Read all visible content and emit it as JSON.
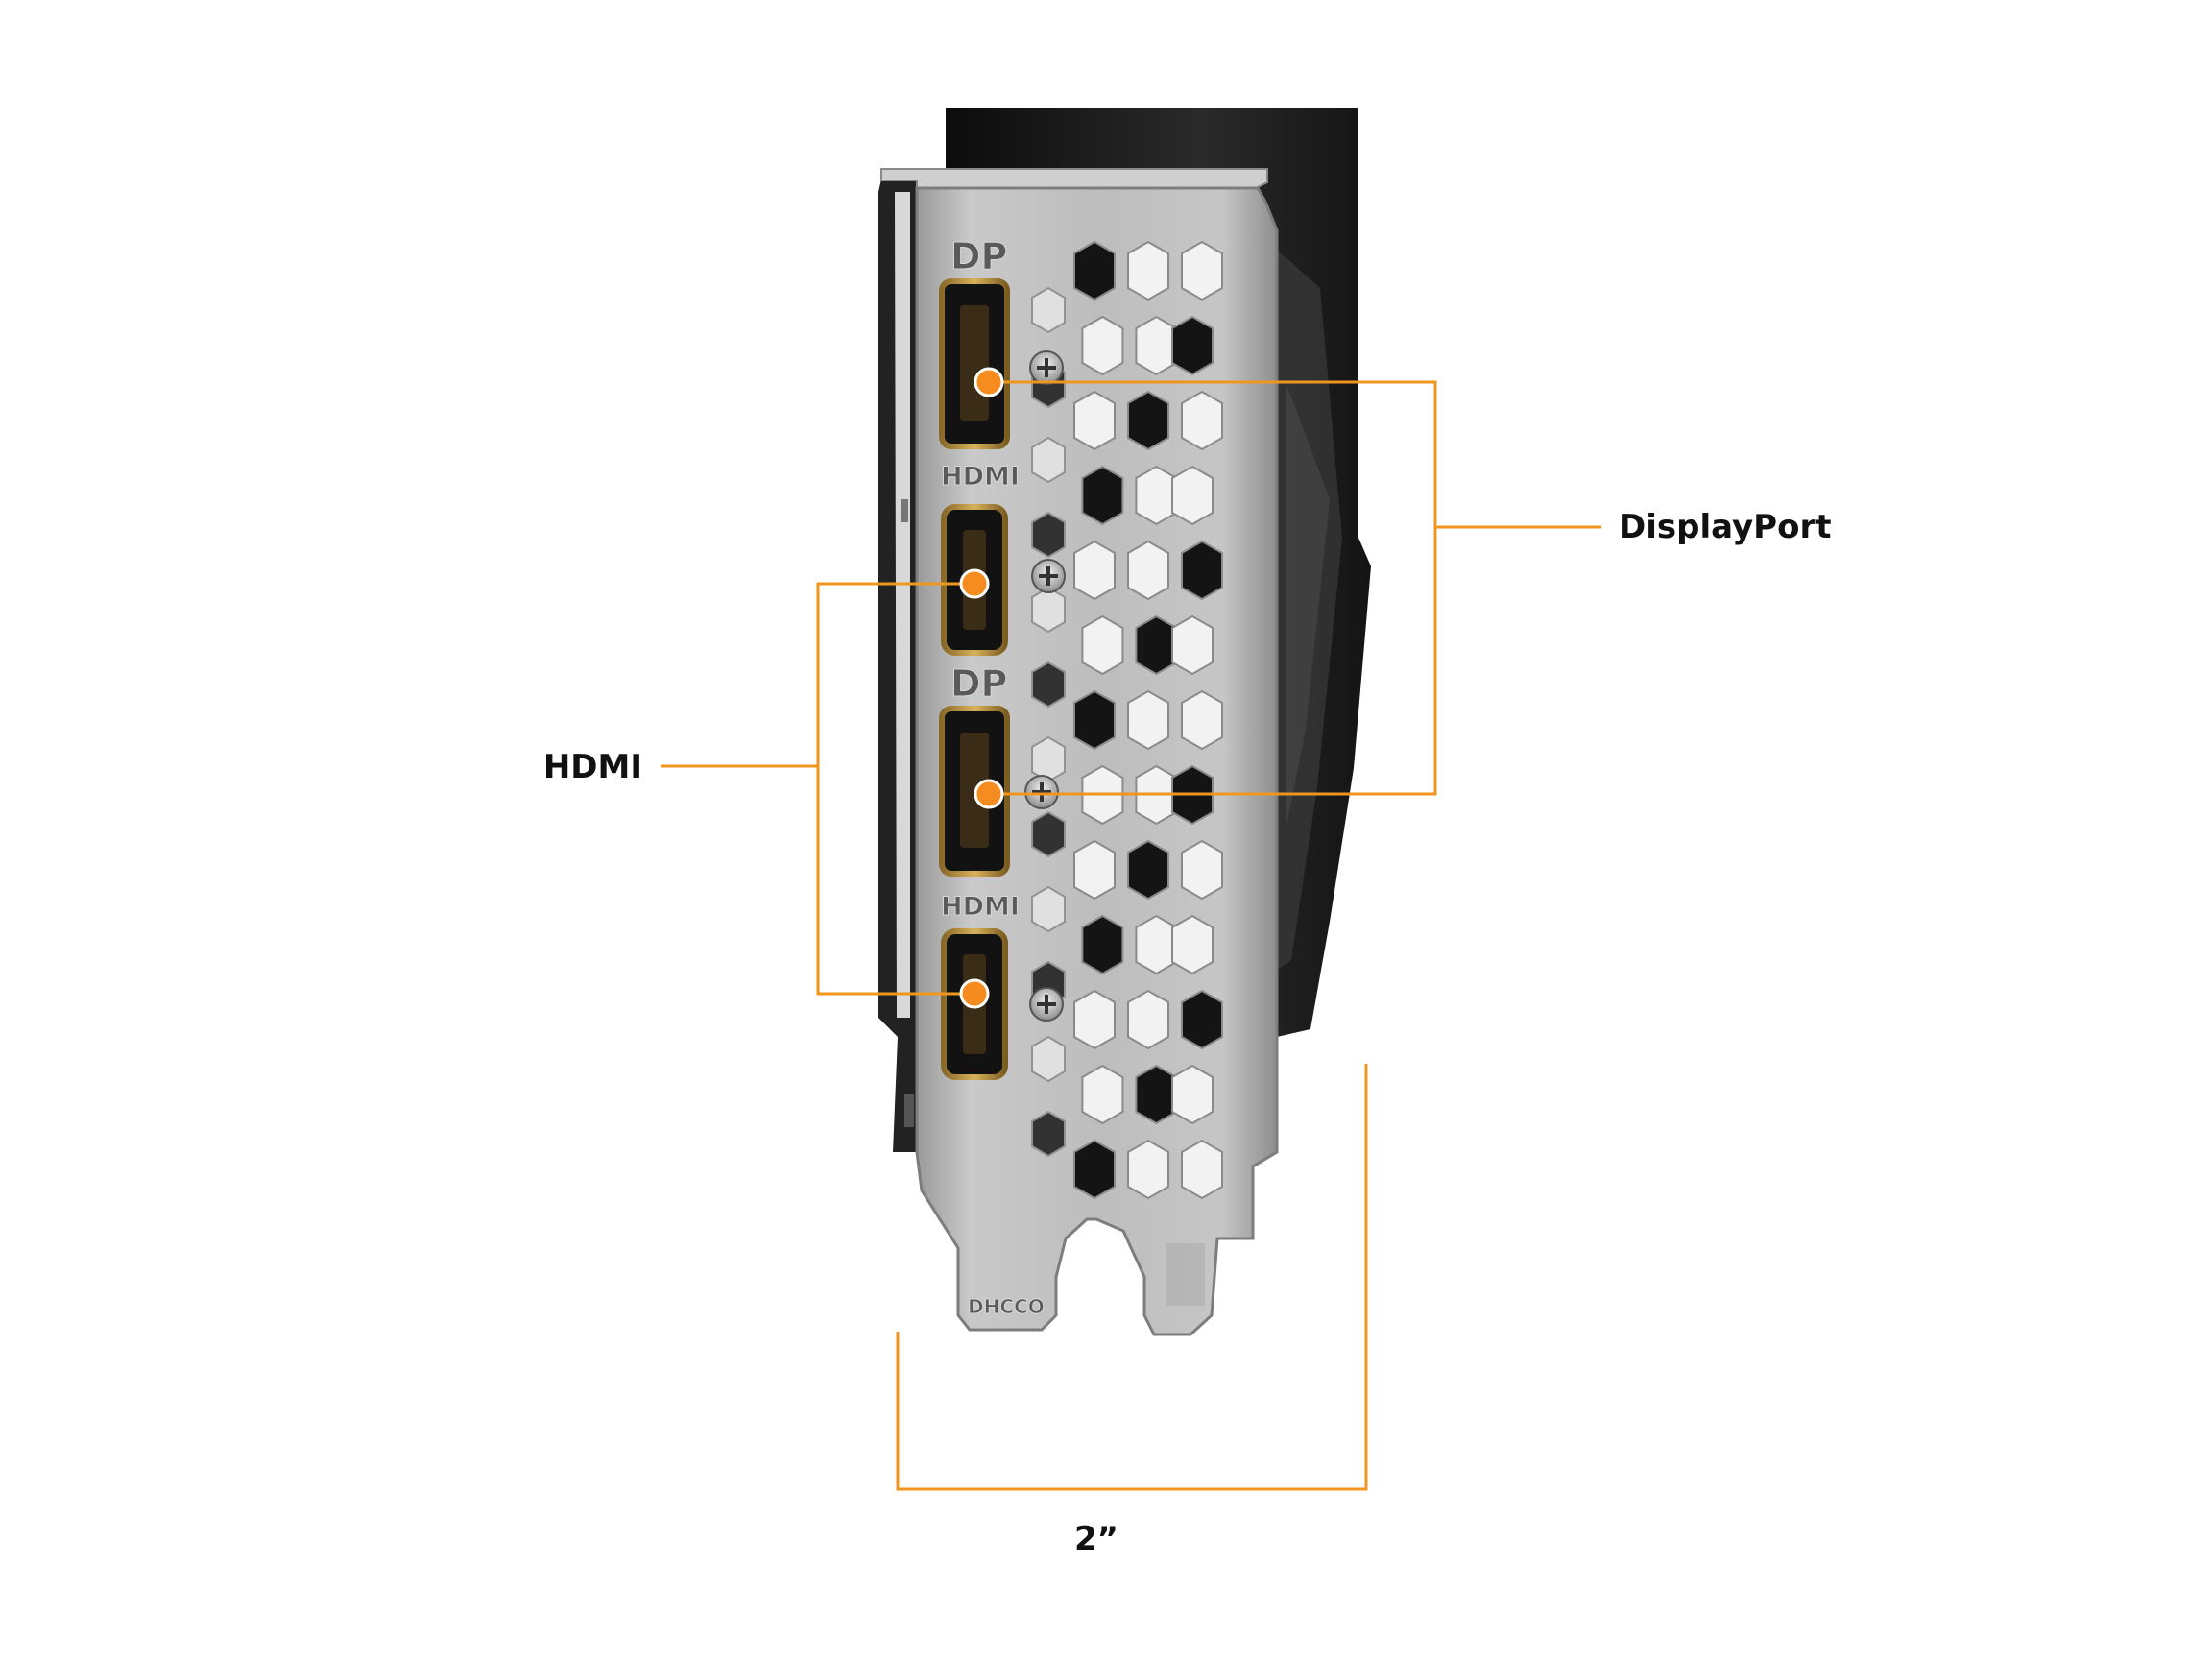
{
  "labels": {
    "displayport": "DisplayPort",
    "hdmi": "HDMI",
    "dimension": "2”"
  },
  "bracket_markings": {
    "dp_top": "DP",
    "hdmi_upper": "HDMI",
    "dp_lower": "DP",
    "hdmi_lower": "HDMI",
    "stamp": "DHCCO"
  },
  "colors": {
    "callout": "#F0961E",
    "port_dot": "#F68B1F",
    "bracket_metal": "#B9B9B9",
    "card_body": "#1E1E1E"
  }
}
